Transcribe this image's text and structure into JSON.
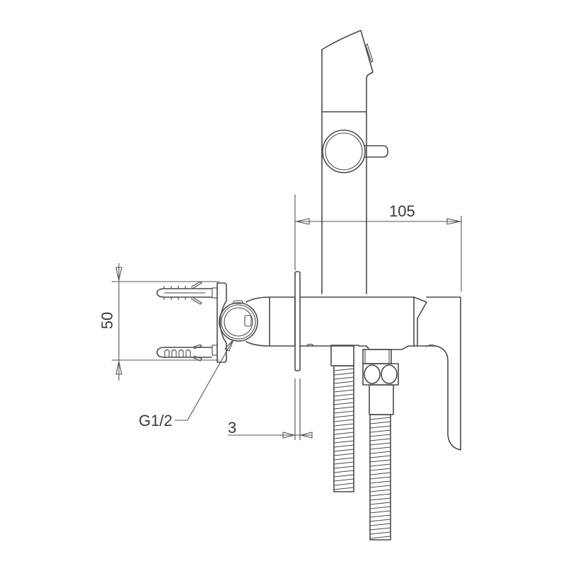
{
  "drawing": {
    "subject": "Bidet sprayer with wall-mounted mixer valve, bracket and hoses",
    "line_color": "#4a4a4a",
    "background": "#ffffff"
  },
  "dimensions": {
    "width_105": "105",
    "height_50": "50",
    "thread_g12": "G1/2",
    "plate_3": "3"
  }
}
